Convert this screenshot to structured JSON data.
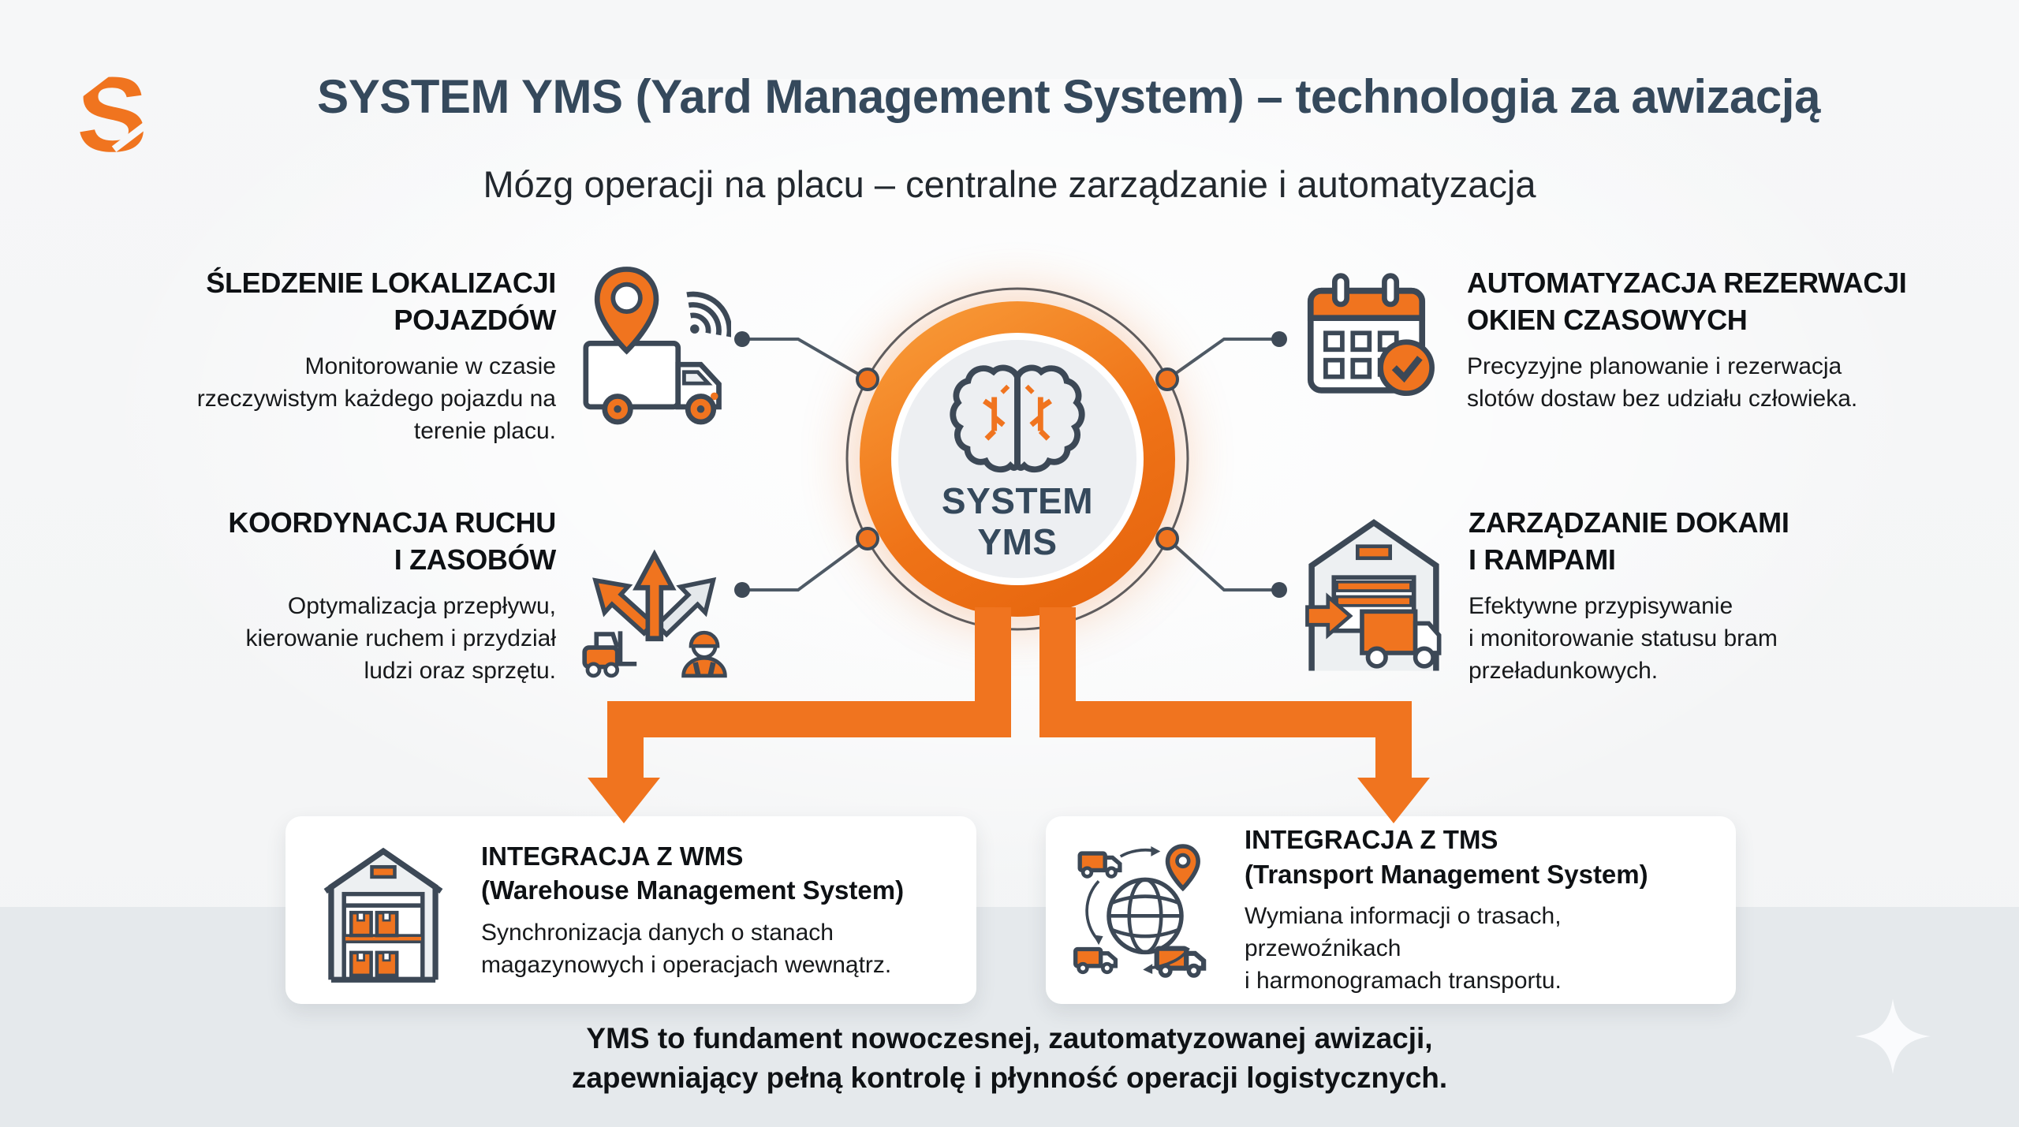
{
  "logo": {
    "letter": "S",
    "icon": "s-mark-logo"
  },
  "header": {
    "title": "SYSTEM YMS (Yard Management System) – technologia za awizacją",
    "subtitle": "Mózg operacji na placu – centralne zarządzanie i automatyzacja"
  },
  "center": {
    "label": "SYSTEM\nYMS",
    "icon": "brain-icon"
  },
  "quadrants": {
    "top_left": {
      "title": "ŚLEDZENIE LOKALIZACJI\nPOJAZDÓW",
      "description": "Monitorowanie w czasie\nrzeczywistym każdego pojazdu na\nterenie placu.",
      "icon": "truck-location-pin-icon"
    },
    "bottom_left": {
      "title": "KOORDYNACJA RUCHU\nI ZASOBÓW",
      "description": "Optymalizacja przepływu,\nkierowanie ruchem i przydział\nludzi oraz sprzętu.",
      "icon": "route-arrows-forklift-worker-icon"
    },
    "top_right": {
      "title": "AUTOMATYZACJA REZERWACJI\nOKIEN CZASOWYCH",
      "description": "Precyzyjne planowanie i rezerwacja\nslotów dostaw bez udziału człowieka.",
      "icon": "calendar-check-icon"
    },
    "bottom_right": {
      "title": "ZARZĄDZANIE DOKAMI\nI RAMPAMI",
      "description": "Efektywne przypisywanie\ni monitorowanie statusu bram\nprzeładunkowych.",
      "icon": "dock-gate-truck-icon"
    }
  },
  "cards": {
    "wms": {
      "title": "INTEGRACJA Z WMS\n(Warehouse Management System)",
      "description": "Synchronizacja danych o stanach\nmagazynowych i operacjach wewnątrz.",
      "icon": "warehouse-shelves-icon"
    },
    "tms": {
      "title": "INTEGRACJA Z TMS\n(Transport Management System)",
      "description": "Wymiana informacji o trasach, przewoźnikach\ni harmonogramach transportu.",
      "icon": "globe-transport-icon"
    }
  },
  "footer": {
    "text": "YMS to fundament nowoczesnej, zautomatyzowanej awizacji,\nzapewniający pełną kontrolę i płynność operacji logistycznych."
  },
  "colors": {
    "accent_orange": "#F0741F",
    "deep_orange": "#E4620C",
    "slate": "#35495C",
    "ink": "#101214",
    "bg_top": "#F6F7F8",
    "bg_bottom": "#E5E9EC",
    "card_bg": "#FFFFFF"
  }
}
